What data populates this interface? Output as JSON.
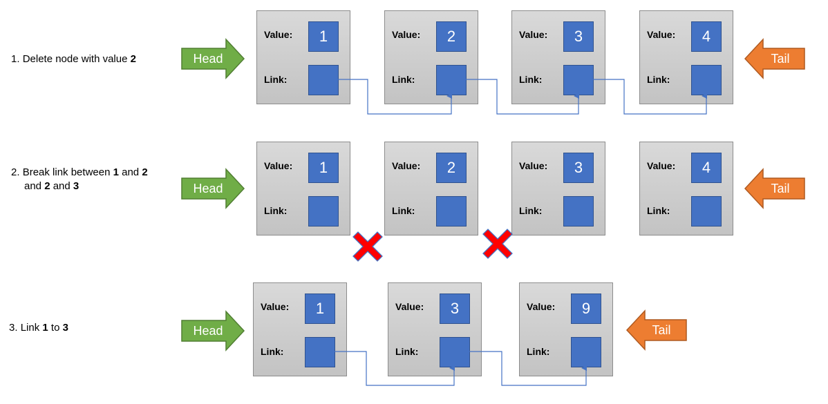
{
  "steps": [
    {
      "num": "1.",
      "pre": "Delete node with value",
      "bold1": "2"
    },
    {
      "num": "2.",
      "pre": "Break link between",
      "bold1": "1",
      "mid1": "and",
      "bold2": "2",
      "line2_pre": "and",
      "bold3": "2",
      "line2_mid": "and",
      "bold4": "3"
    },
    {
      "num": "3.",
      "pre": "Link",
      "bold1": "1",
      "mid1": "to",
      "bold2": "3"
    }
  ],
  "labels": {
    "value": "Value:",
    "link": "Link:",
    "head": "Head",
    "tail": "Tail"
  },
  "rows": [
    {
      "values": [
        "1",
        "2",
        "3",
        "4"
      ]
    },
    {
      "values": [
        "1",
        "2",
        "3",
        "4"
      ]
    },
    {
      "values": [
        "1",
        "3",
        "9"
      ]
    }
  ],
  "colors": {
    "node_fill": "#c8c8c8",
    "box_fill": "#4472c4",
    "head_fill": "#70ad47",
    "tail_fill": "#ed7d31",
    "link_line": "#4472c4",
    "cross": "#ff0000"
  }
}
